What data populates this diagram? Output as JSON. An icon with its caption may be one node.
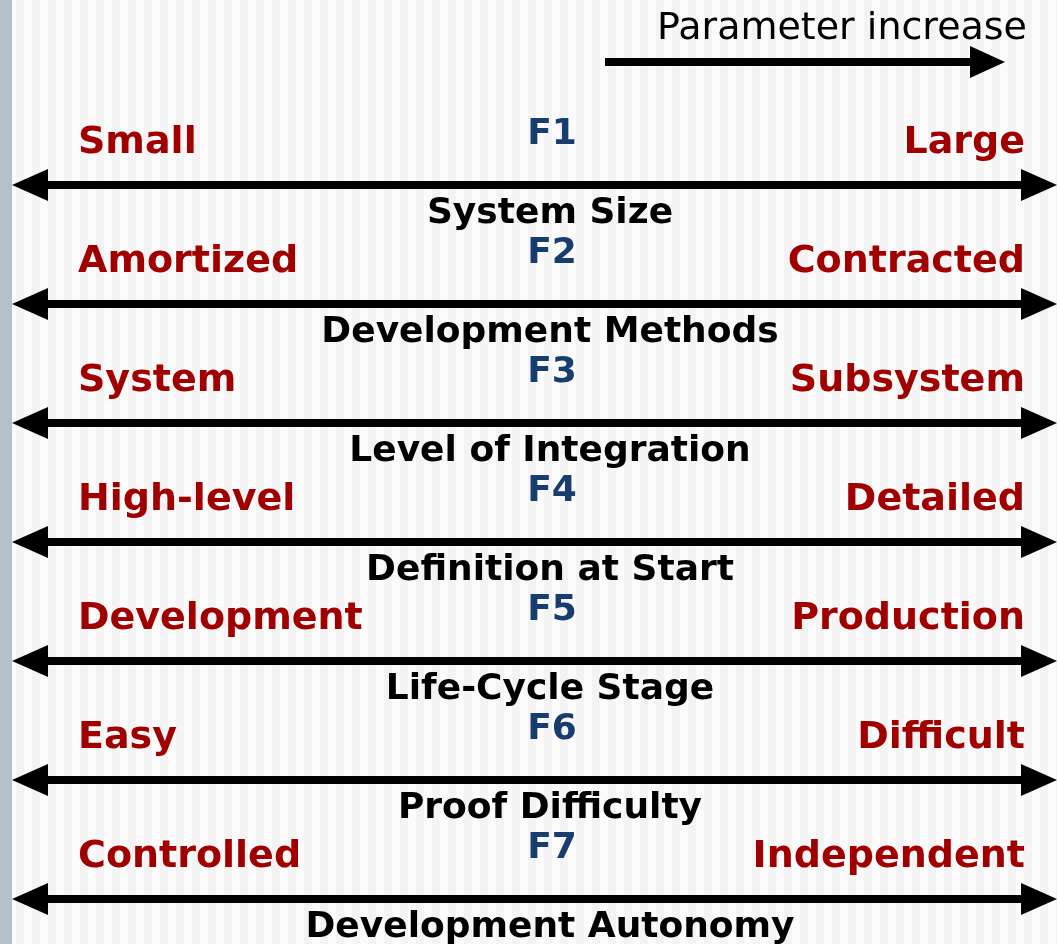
{
  "diagram": {
    "labels": [
      "Parameter increase",
      "Small",
      "F1",
      "Large",
      "System Size",
      "Amortized",
      "F2",
      "Contracted",
      "Development Methods",
      "System",
      "F3",
      "Subsystem",
      "Level of Integration",
      "High-level",
      "F4",
      "Detailed",
      "Definition at Start",
      "Development",
      "F5",
      "Production",
      "Life-Cycle Stage",
      "Easy",
      "F6",
      "Difficult",
      "Proof Difficulty",
      "Controlled",
      "F7",
      "Independent",
      "Development Autonomy"
    ]
  }
}
